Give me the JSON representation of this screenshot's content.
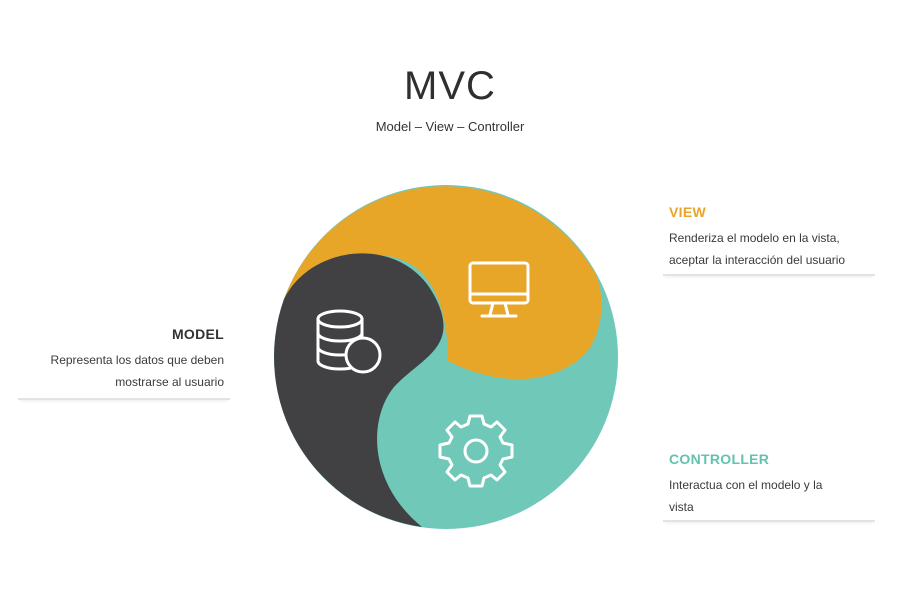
{
  "header": {
    "title": "MVC",
    "subtitle": "Model – View – Controller"
  },
  "colors": {
    "model": "#414143",
    "view": "#e8a629",
    "controller": "#70c8b8",
    "icon_stroke": "#ffffff"
  },
  "model": {
    "title": "MODEL",
    "description_line1": "Representa los datos que deben",
    "description_line2": "mostrarse al usuario",
    "icon": "database-icon"
  },
  "view": {
    "title": "VIEW",
    "description_line1": "Renderiza el modelo en la vista,",
    "description_line2": "aceptar la interacción del usuario",
    "icon": "monitor-icon"
  },
  "controller": {
    "title": "CONTROLLER",
    "description_line1": "Interactua con el modelo y la",
    "description_line2": "vista",
    "icon": "gear-icon"
  }
}
